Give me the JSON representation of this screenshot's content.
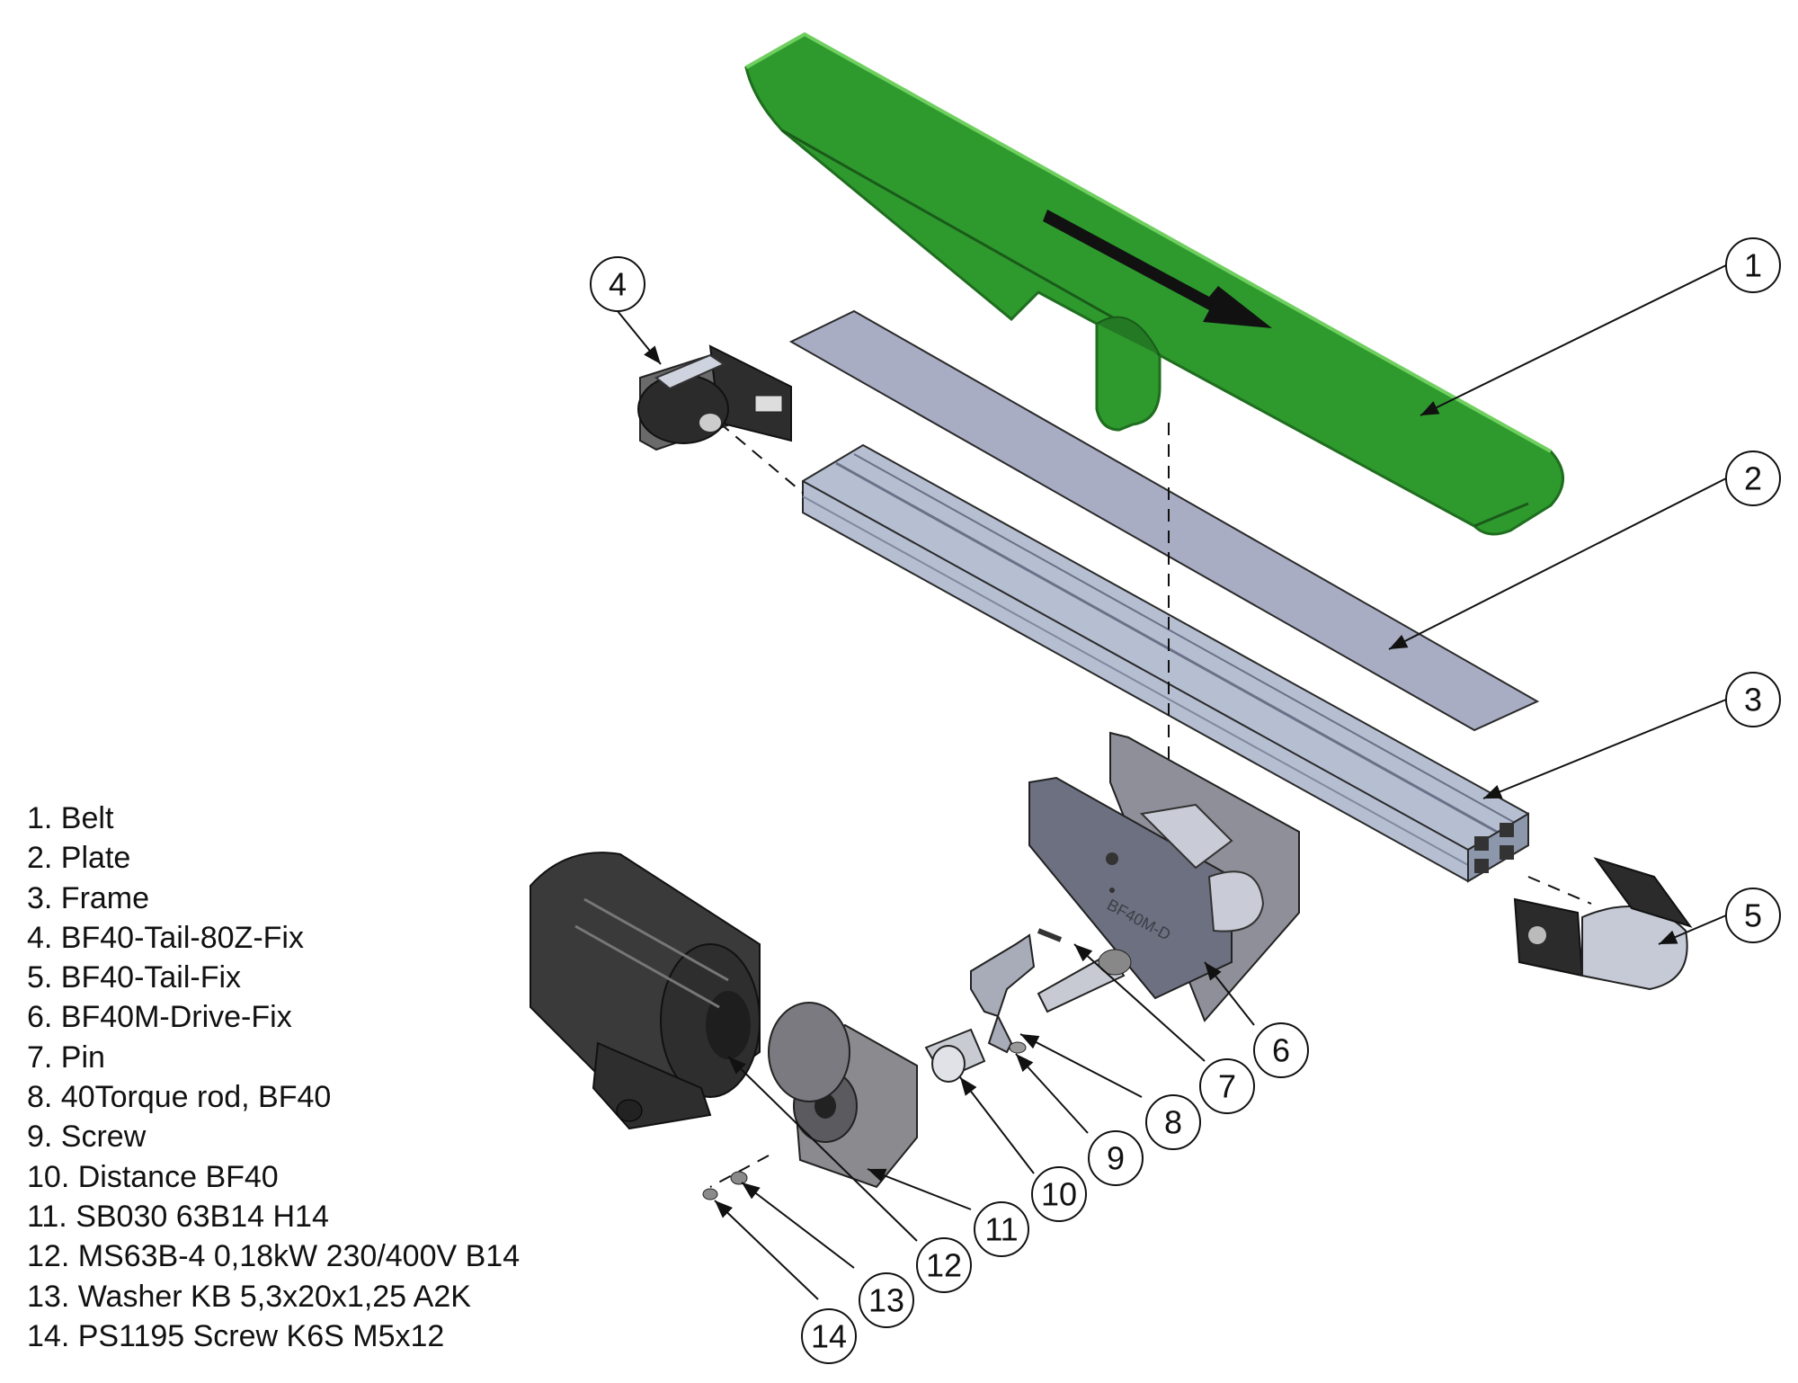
{
  "parts_list": [
    "1. Belt",
    "2. Plate",
    "3. Frame",
    "4. BF40-Tail-80Z-Fix",
    "5. BF40-Tail-Fix",
    "6. BF40M-Drive-Fix",
    "7. Pin",
    "8. 40Torque rod, BF40",
    "9. Screw",
    "10. Distance BF40",
    "11. SB030 63B14 H14",
    "12. MS63B-4 0,18kW 230/400V B14",
    "13. Washer KB 5,3x20x1,25 A2K",
    "14. PS1195 Screw K6S M5x12"
  ],
  "callouts": [
    "1",
    "2",
    "3",
    "4",
    "5",
    "6",
    "7",
    "8",
    "9",
    "10",
    "11",
    "12",
    "13",
    "14"
  ],
  "drive_label": "BF40M-D",
  "colors": {
    "belt": "#2e9a2e",
    "belt_dark": "#1f6e1f",
    "plate": "#a9adc4",
    "frame": "#b6bfd2",
    "frame_dark": "#7f899f",
    "drive_plate": "#6c7080",
    "motor": "#3a3a3a",
    "gearbox": "#8a8a8f",
    "line": "#111111"
  },
  "icons": {
    "direction_arrow": "arrow-right-icon"
  }
}
